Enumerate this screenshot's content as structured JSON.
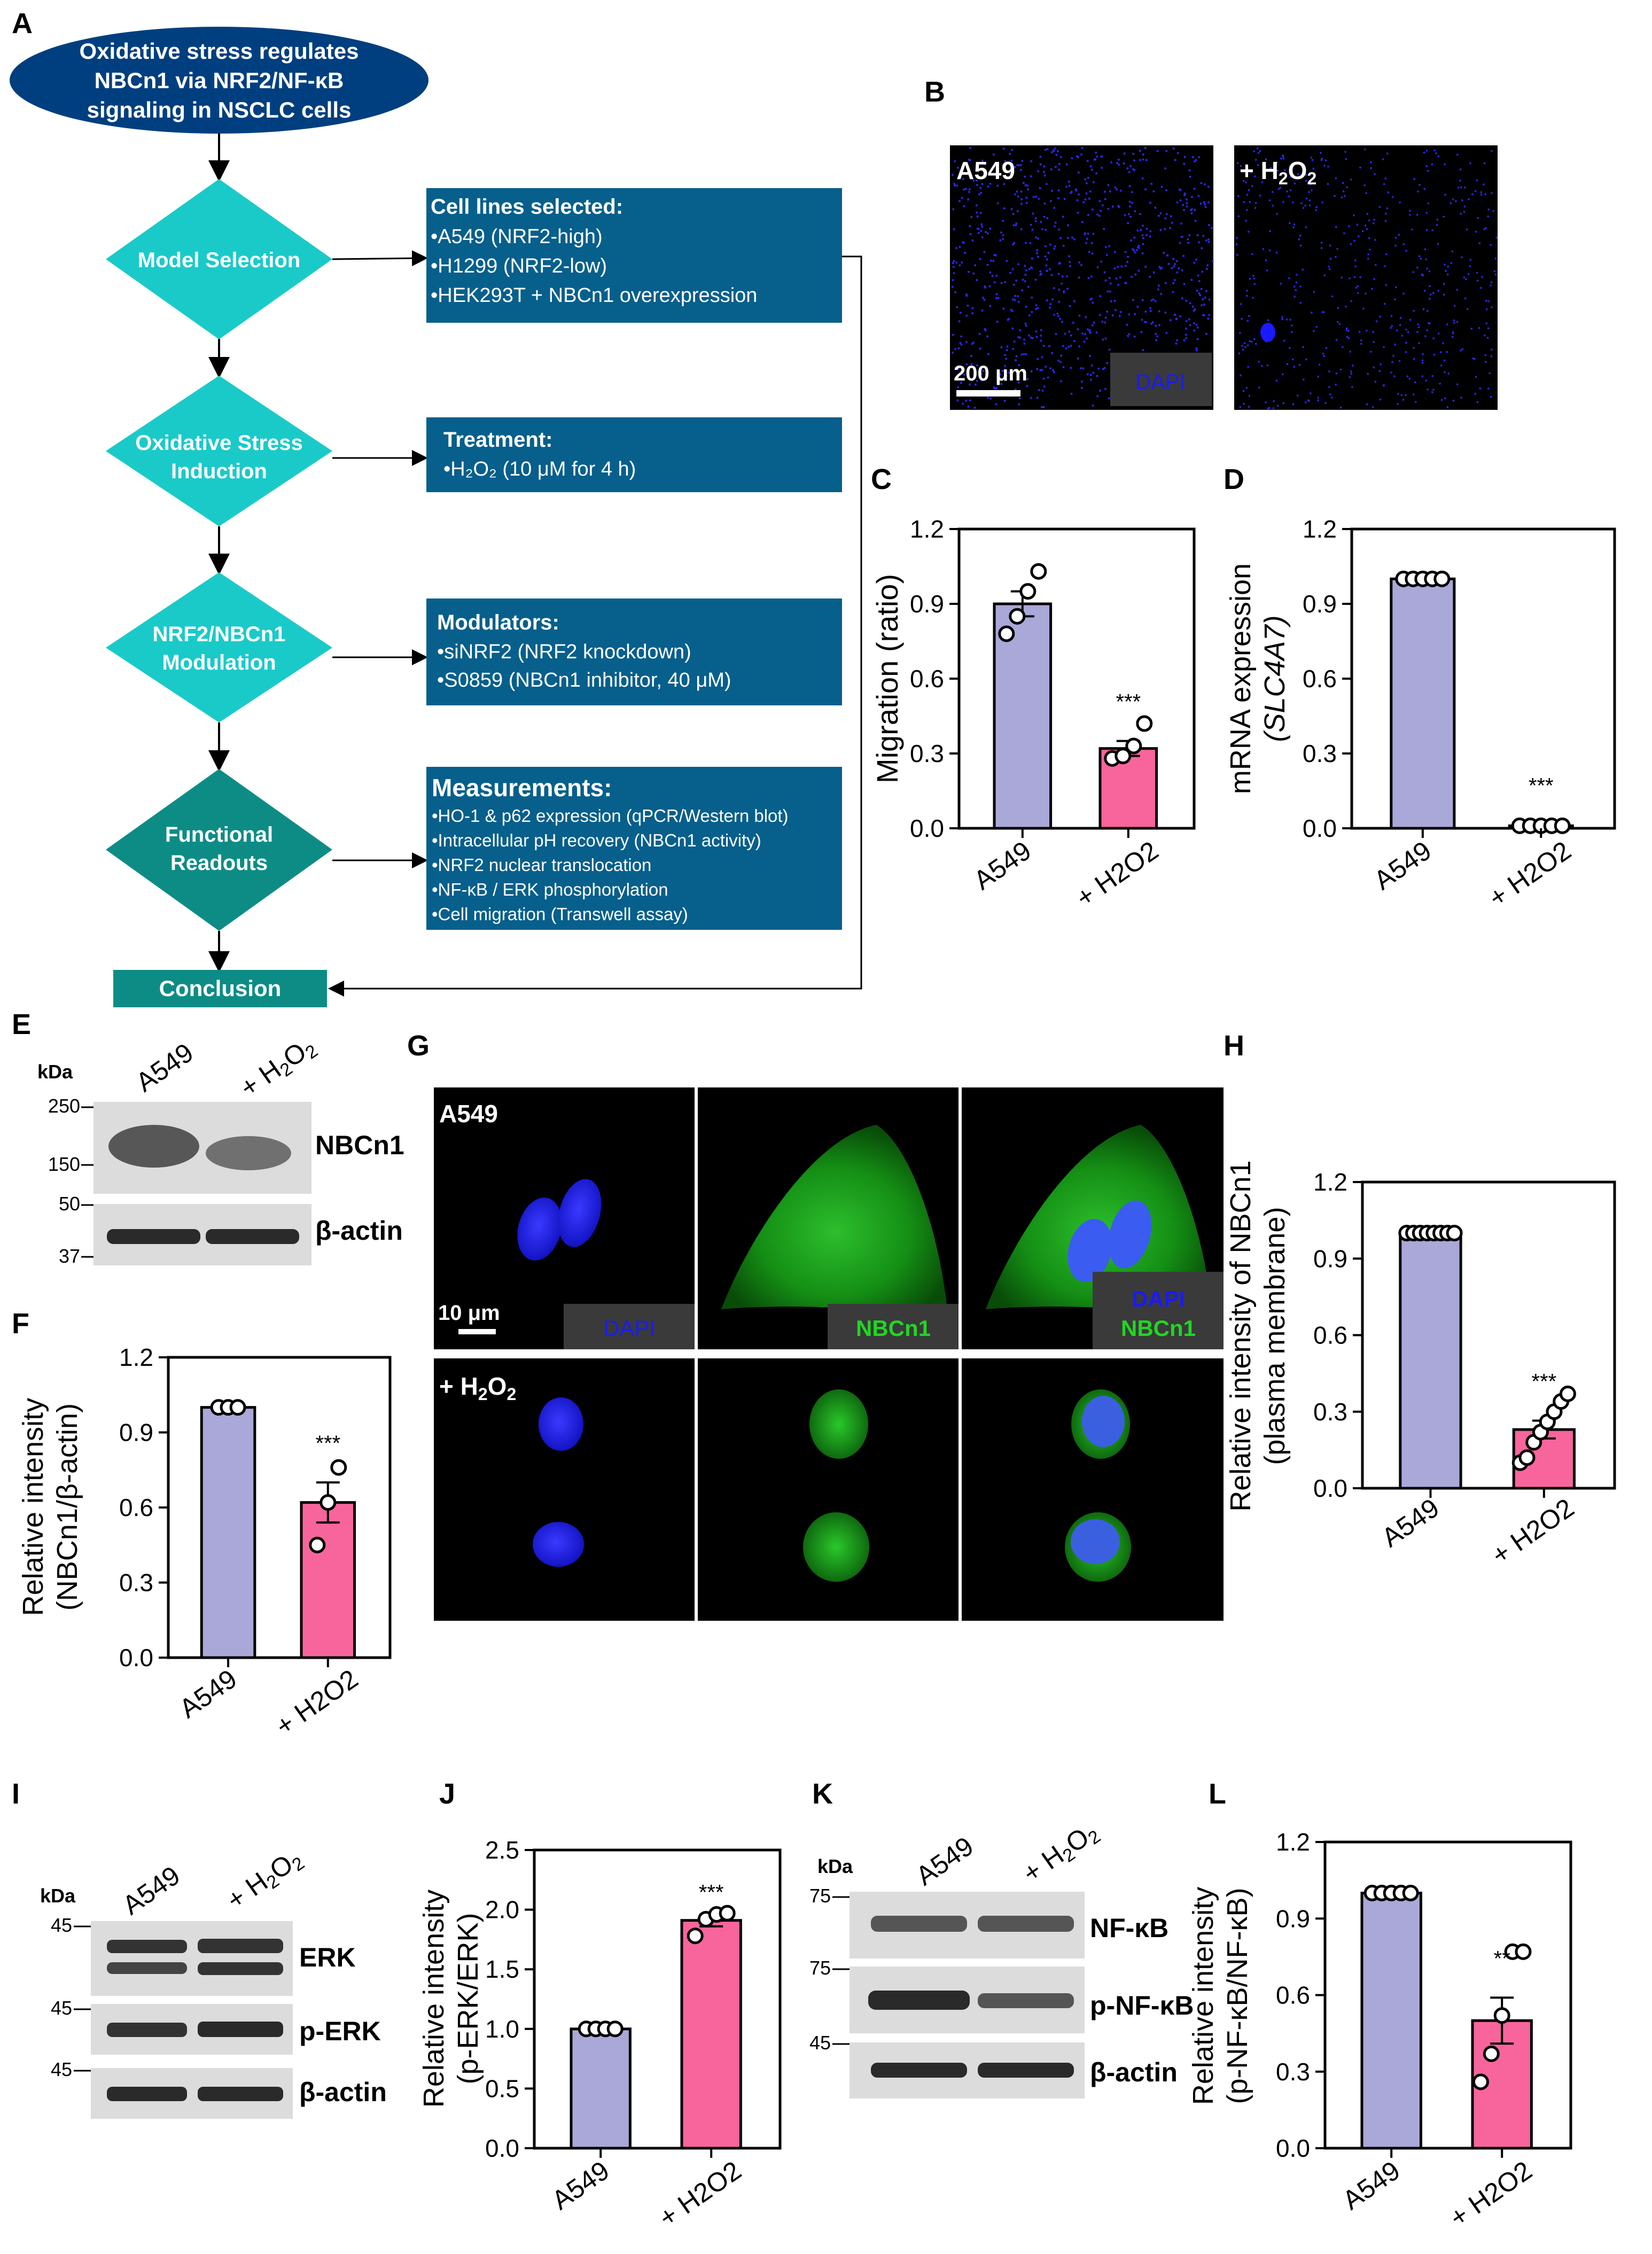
{
  "panel_labels": [
    "A",
    "B",
    "C",
    "D",
    "E",
    "F",
    "G",
    "H",
    "I",
    "J",
    "K",
    "L"
  ],
  "colors": {
    "control_bar": "#aaa8d8",
    "treated_bar": "#f7659c",
    "flow_dark_blue": "#003f7f",
    "flow_cyan": "#1acac8",
    "flow_teal_dark": "#0d8c86",
    "flow_box_blue": "#075f8c",
    "dapi": "#1a1aff",
    "nbcn1": "#22d622"
  },
  "flowchart": {
    "title_lines": [
      "Oxidative stress regulates",
      "NBCn1 via NRF2/NF-κB",
      "signaling in NSCLC cells"
    ],
    "steps": [
      {
        "name_lines": [
          "Model Selection"
        ],
        "box_title": "Cell lines selected:",
        "box_items": [
          "•A549 (NRF2-high)",
          "•H1299 (NRF2-low)",
          "•HEK293T +  NBCn1 overexpression"
        ]
      },
      {
        "name_lines": [
          "Oxidative Stress",
          "Induction"
        ],
        "box_title": "Treatment:",
        "box_items": [
          "•H₂O₂ (10 μM for 4 h)"
        ]
      },
      {
        "name_lines": [
          "NRF2/NBCn1",
          "Modulation"
        ],
        "box_title": "Modulators:",
        "box_items": [
          "•siNRF2 (NRF2 knockdown)",
          "•S0859 (NBCn1 inhibitor, 40 μM)"
        ]
      },
      {
        "name_lines": [
          "Functional",
          "Readouts"
        ],
        "box_title": "Measurements:",
        "box_items": [
          "•HO-1 & p62 expression (qPCR/Western blot)",
          "•Intracellular pH recovery (NBCn1 activity)",
          "•NRF2 nuclear translocation",
          "•NF-κB / ERK phosphorylation",
          "•Cell migration (Transwell assay)"
        ]
      }
    ],
    "conclusion": "Conclusion"
  },
  "panelB": {
    "left_label": "A549",
    "right_label": "+ H2O2",
    "scale": "200 μm",
    "stain": "DAPI"
  },
  "panelG": {
    "row1_label": "A549",
    "row2_label": "+ H2O2",
    "scale": "10 μm",
    "ch1": "DAPI",
    "ch2": "NBCn1",
    "merge1": "DAPI",
    "merge2": "NBCn1"
  },
  "blotE": {
    "kda_label": "kDa",
    "lanes": [
      "A549",
      "+ H2O2"
    ],
    "markers": [
      "250",
      "150",
      "50",
      "37"
    ],
    "bands": [
      "NBCn1",
      "β-actin"
    ]
  },
  "blotI": {
    "kda_label": "kDa",
    "lanes": [
      "A549",
      "+ H2O2"
    ],
    "markers": [
      "45",
      "45",
      "45"
    ],
    "bands": [
      "ERK",
      "p-ERK",
      "β-actin"
    ]
  },
  "blotK": {
    "kda_label": "kDa",
    "lanes": [
      "A549",
      "+ H2O2"
    ],
    "markers": [
      "75",
      "75",
      "45"
    ],
    "bands": [
      "NF-κB",
      "p-NF-κB",
      "β-actin"
    ]
  },
  "chart_data": [
    {
      "panel": "C",
      "type": "bar",
      "categories": [
        "A549",
        "+ H2O2"
      ],
      "values": [
        0.9,
        0.32
      ],
      "errors": [
        0.05,
        0.03
      ],
      "points": [
        [
          0.78,
          0.85,
          0.95,
          1.03
        ],
        [
          0.28,
          0.29,
          0.33,
          0.42
        ]
      ],
      "ylabel": "Migration (ratio)",
      "ylim": [
        0,
        1.2
      ],
      "yticks": [
        "0.0",
        "0.3",
        "0.6",
        "0.9",
        "1.2"
      ],
      "significance": "***"
    },
    {
      "panel": "D",
      "type": "bar",
      "categories": [
        "A549",
        "+ H2O2"
      ],
      "values": [
        1.0,
        0.01
      ],
      "errors": [
        0.005,
        0.004
      ],
      "points": [
        [
          1,
          1,
          1,
          1,
          1
        ],
        [
          0.01,
          0.01,
          0.01,
          0.01,
          0.01
        ]
      ],
      "ylabel_lines": [
        "mRNA expression",
        "(SLC4A7)"
      ],
      "ylim": [
        0,
        1.2
      ],
      "yticks": [
        "0.0",
        "0.3",
        "0.6",
        "0.9",
        "1.2"
      ],
      "significance": "***"
    },
    {
      "panel": "F",
      "type": "bar",
      "categories": [
        "A549",
        "+ H2O2"
      ],
      "values": [
        1.0,
        0.62
      ],
      "errors": [
        0.005,
        0.08
      ],
      "points": [
        [
          1,
          1,
          1
        ],
        [
          0.45,
          0.62,
          0.76
        ]
      ],
      "ylabel_lines": [
        "Relative intensity",
        "(NBCn1/β-actin)"
      ],
      "ylim": [
        0,
        1.2
      ],
      "yticks": [
        "0.0",
        "0.3",
        "0.6",
        "0.9",
        "1.2"
      ],
      "significance": "***"
    },
    {
      "panel": "H",
      "type": "bar",
      "categories": [
        "A549",
        "+ H2O2"
      ],
      "values": [
        1.0,
        0.23
      ],
      "errors": [
        0.005,
        0.035
      ],
      "points": [
        [
          1,
          1,
          1,
          1,
          1,
          1,
          1,
          1
        ],
        [
          0.1,
          0.12,
          0.18,
          0.22,
          0.26,
          0.3,
          0.34,
          0.37
        ]
      ],
      "ylabel_lines": [
        "Relative intensity of NBCn1",
        "(plasma  membrane)"
      ],
      "ylim": [
        0,
        1.2
      ],
      "yticks": [
        "0.0",
        "0.3",
        "0.6",
        "0.9",
        "1.2"
      ],
      "significance": "***"
    },
    {
      "panel": "J",
      "type": "bar",
      "categories": [
        "A549",
        "+ H2O2"
      ],
      "values": [
        1.0,
        1.91
      ],
      "errors": [
        0.005,
        0.05
      ],
      "points": [
        [
          1,
          1,
          1,
          1
        ],
        [
          1.78,
          1.92,
          1.96,
          1.97
        ]
      ],
      "ylabel_lines": [
        "Relative intensity",
        "(p-ERK/ERK)"
      ],
      "ylim": [
        0,
        2.5
      ],
      "yticks": [
        "0.0",
        "0.5",
        "1.0",
        "1.5",
        "2.0",
        "2.5"
      ],
      "significance": "***"
    },
    {
      "panel": "L",
      "type": "bar",
      "categories": [
        "A549",
        "+ H2O2"
      ],
      "values": [
        1.0,
        0.5
      ],
      "errors": [
        0.005,
        0.09
      ],
      "points": [
        [
          1,
          1,
          1,
          1,
          1
        ],
        [
          0.26,
          0.37,
          0.52,
          0.77,
          0.77
        ]
      ],
      "ylabel_lines": [
        "Relative intensity",
        "(p-NF-κB/NF-κB)"
      ],
      "ylim": [
        0,
        1.2
      ],
      "yticks": [
        "0.0",
        "0.3",
        "0.6",
        "0.9",
        "1.2"
      ],
      "significance": "**"
    }
  ]
}
